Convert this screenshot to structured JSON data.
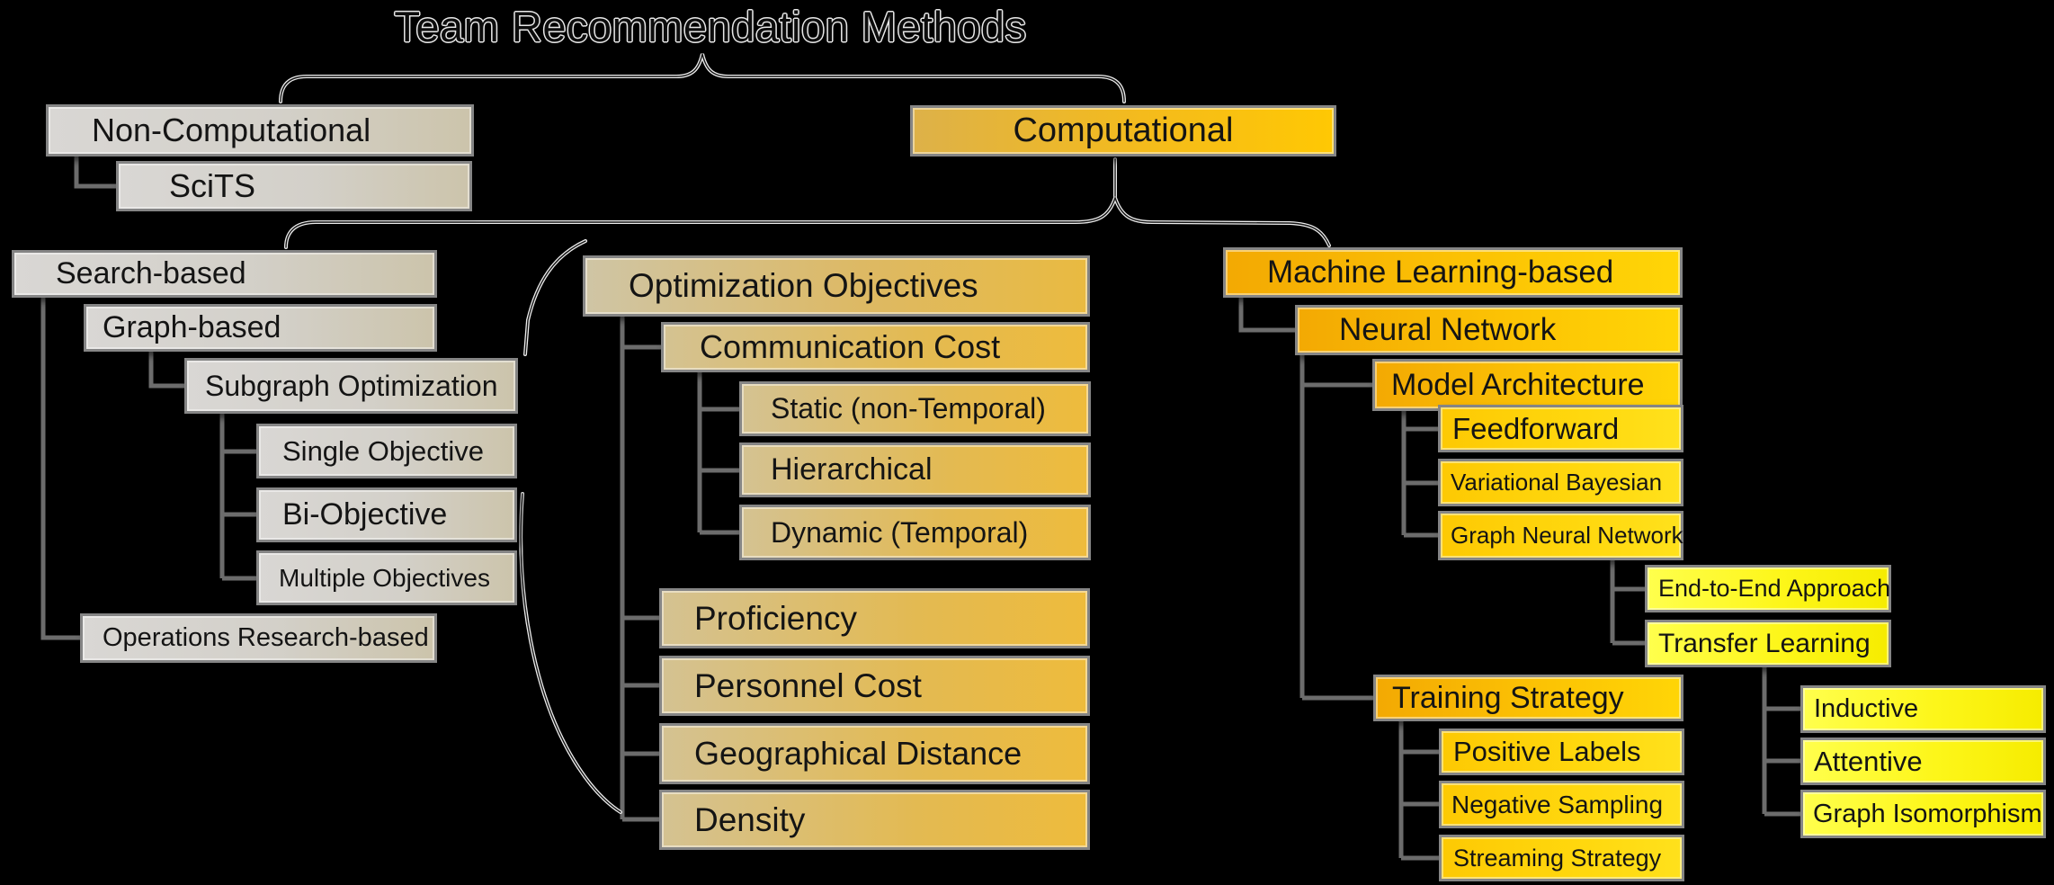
{
  "title": "Team Recommendation Methods",
  "colors": {
    "background": "#000000",
    "gray_box": "#d3d0c9",
    "gold_box": "#e8ba44",
    "amber_box": "#ffc803",
    "yellow_box": "#ffd506",
    "lemon_box": "#f6ec00",
    "box_border": "#858585",
    "connector": "#6c6c6c",
    "text": "#141414"
  },
  "nodes": {
    "non_computational": "Non-Computational",
    "scits": "SciTS",
    "computational": "Computational",
    "search_based": "Search-based",
    "graph_based": "Graph-based",
    "subgraph_optimization": "Subgraph Optimization",
    "single_objective": "Single Objective",
    "bi_objective": "Bi-Objective",
    "multiple_objectives": "Multiple Objectives",
    "operations_research": "Operations Research-based",
    "optimization_objectives": "Optimization Objectives",
    "communication_cost": "Communication Cost",
    "static_non_temporal": "Static (non-Temporal)",
    "hierarchical": "Hierarchical",
    "dynamic_temporal": "Dynamic (Temporal)",
    "proficiency": "Proficiency",
    "personnel_cost": "Personnel Cost",
    "geographical_distance": "Geographical Distance",
    "density": "Density",
    "ml_based": "Machine Learning-based",
    "neural_network": "Neural Network",
    "model_architecture": "Model Architecture",
    "feedforward": "Feedforward",
    "variational_bayesian": "Variational Bayesian",
    "graph_neural_network": "Graph Neural Network",
    "end_to_end": "End-to-End Approach",
    "transfer_learning": "Transfer Learning",
    "inductive": "Inductive",
    "attentive": "Attentive",
    "graph_isomorphism": "Graph Isomorphism",
    "training_strategy": "Training Strategy",
    "positive_labels": "Positive Labels",
    "negative_sampling": "Negative Sampling",
    "streaming_strategy": "Streaming Strategy"
  }
}
